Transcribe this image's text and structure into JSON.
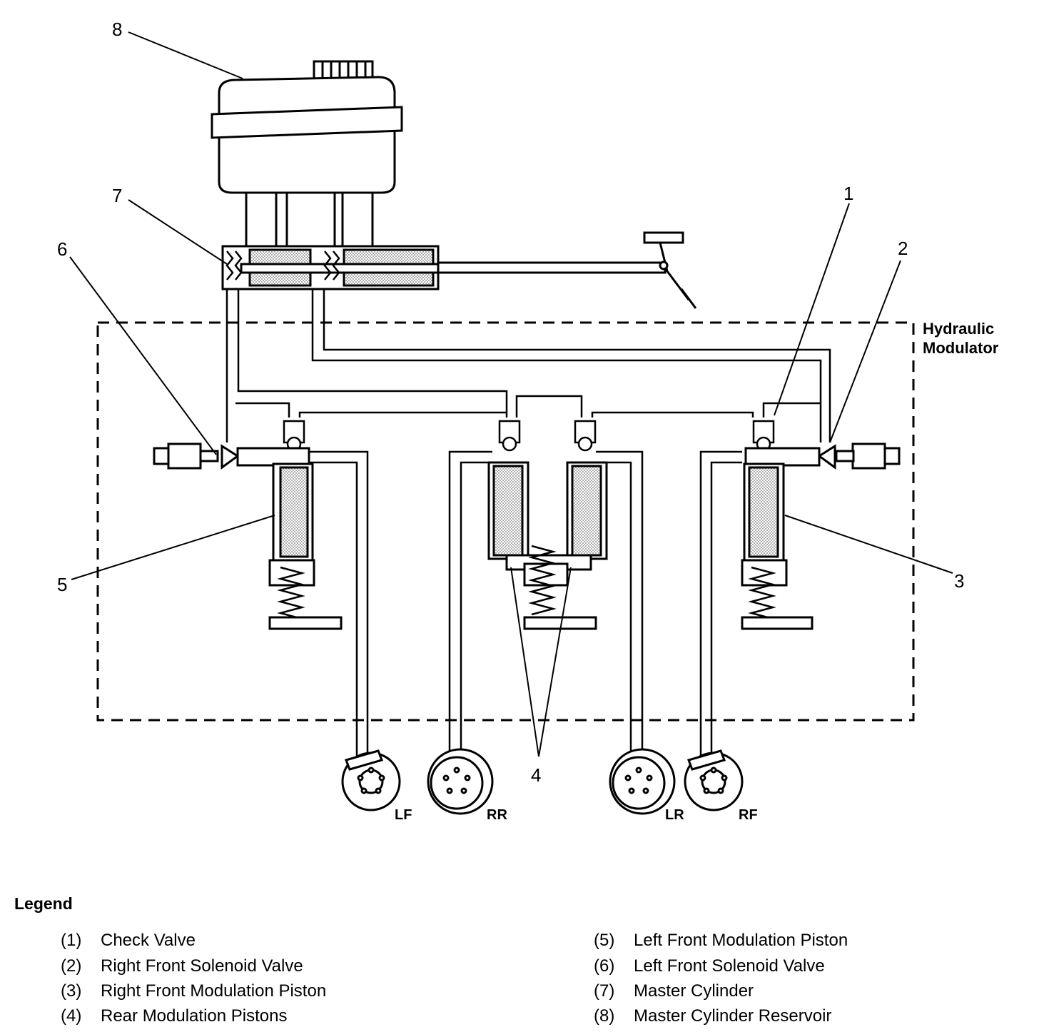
{
  "callouts": {
    "c1": "1",
    "c2": "2",
    "c3": "3",
    "c4": "4",
    "c5": "5",
    "c6": "6",
    "c7": "7",
    "c8": "8"
  },
  "region_label": [
    "Hydraulic",
    "Modulator"
  ],
  "wheels": {
    "lf": "LF",
    "rr": "RR",
    "lr": "LR",
    "rf": "RF"
  },
  "legend": {
    "title": "Legend",
    "items": [
      {
        "num": "(1)",
        "label": "Check Valve"
      },
      {
        "num": "(2)",
        "label": "Right Front Solenoid Valve"
      },
      {
        "num": "(3)",
        "label": "Right Front Modulation Piston"
      },
      {
        "num": "(4)",
        "label": "Rear Modulation Pistons"
      },
      {
        "num": "(5)",
        "label": "Left Front Modulation Piston"
      },
      {
        "num": "(6)",
        "label": "Left Front Solenoid Valve"
      },
      {
        "num": "(7)",
        "label": "Master Cylinder"
      },
      {
        "num": "(8)",
        "label": "Master Cylinder Reservoir"
      }
    ]
  }
}
